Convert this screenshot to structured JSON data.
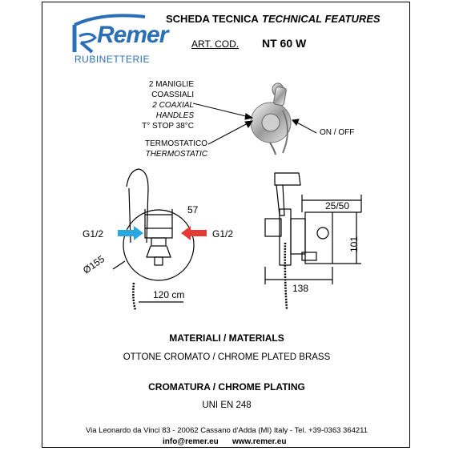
{
  "brand": {
    "logo_text": "Remer",
    "subtitle": "RUBINETTERIE",
    "color": "#2a6fb5"
  },
  "header": {
    "title_it": "SCHEDA TECNICA",
    "title_en": "TECHNICAL FEATURES",
    "art_cod_label": "ART. COD.",
    "art_cod_value": "NT 60 W"
  },
  "callouts": {
    "handles": [
      "2 MANIGLIE",
      "COASSIALI",
      "2 COAXIAL",
      "HANDLES",
      "T° STOP 38°C"
    ],
    "thermostatic": [
      "TERMOSTATICO",
      "THERMOSTATIC"
    ],
    "on_off": "ON / OFF"
  },
  "dimensions": {
    "width_57": "57",
    "depth": "25/50",
    "inlet_left": "G1/2",
    "inlet_right": "G1/2",
    "diameter": "Ø155",
    "hose": "120 cm",
    "length": "138",
    "height": "101"
  },
  "colors": {
    "cold": "#29a8df",
    "hot": "#e63a36"
  },
  "specs": {
    "materials_heading": "MATERIALI / MATERIALS",
    "materials_value": "OTTONE CROMATO / CHROME PLATED BRASS",
    "plating_heading": "CROMATURA / CHROME PLATING",
    "plating_value": "UNI EN 248"
  },
  "footer": {
    "address": "Via Leonardo da Vinci 83 - 20062 Cassano d'Adda (MI) Italy - Tel. +39-0363 364211",
    "email": "info@remer.eu",
    "website": "www.remer.eu"
  }
}
